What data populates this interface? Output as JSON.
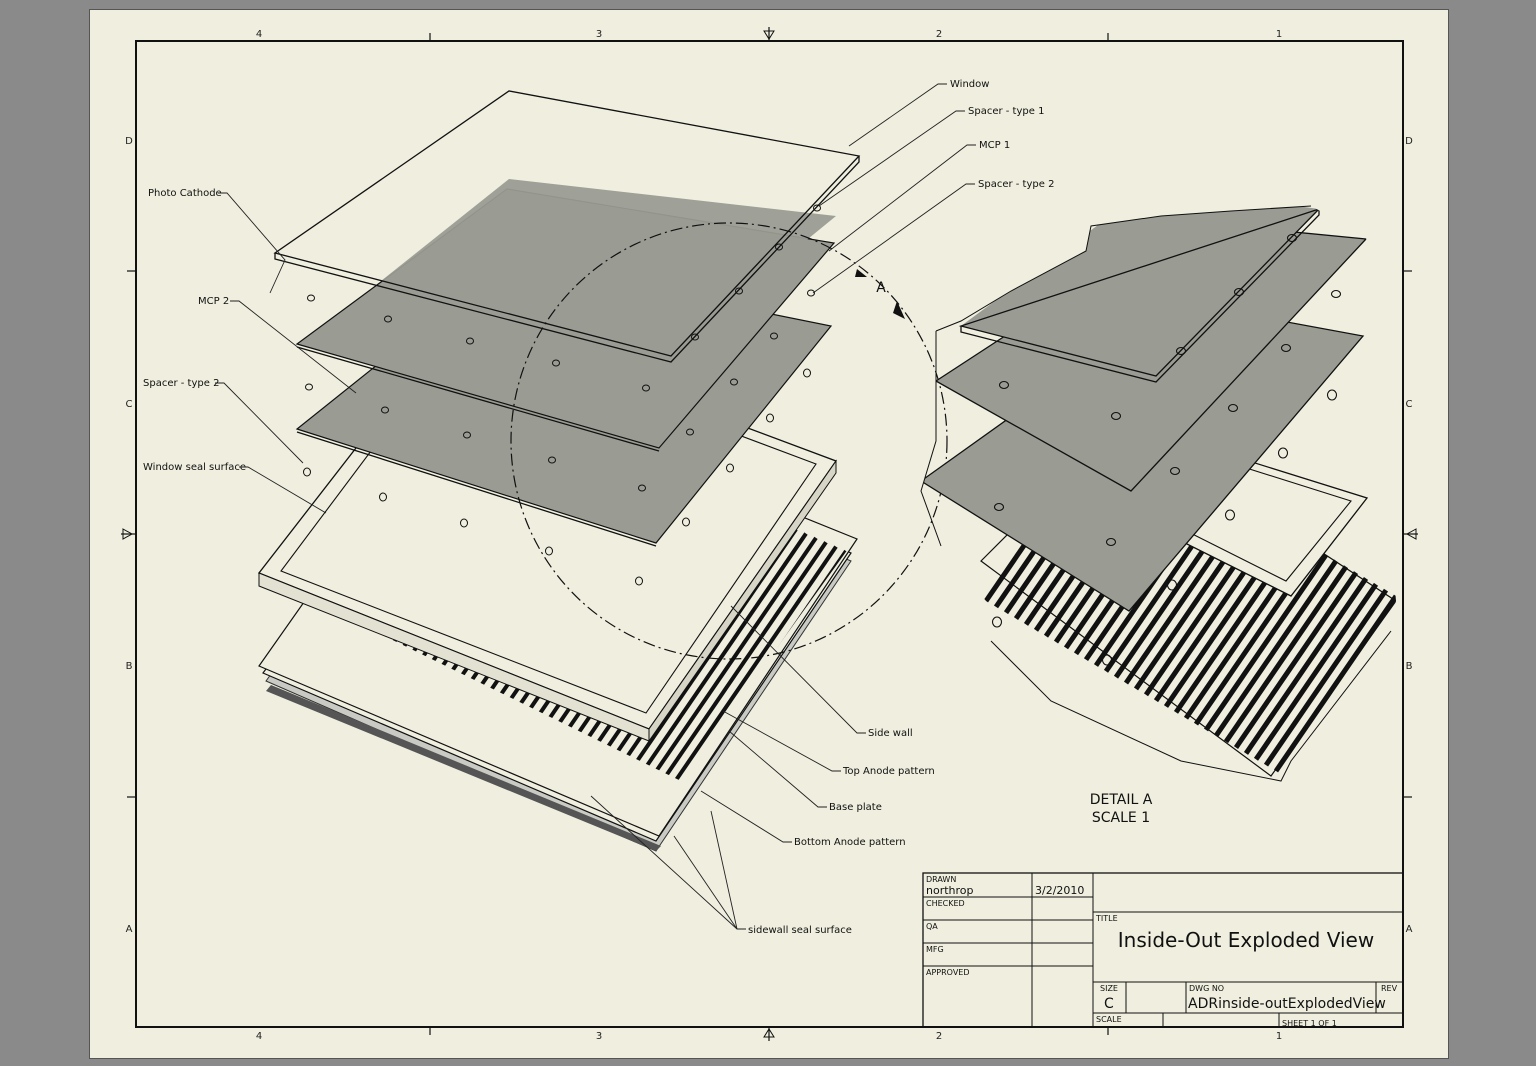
{
  "zones": {
    "top": [
      "4",
      "3",
      "2",
      "1"
    ],
    "bottom": [
      "4",
      "3",
      "2",
      "1"
    ],
    "left": [
      "D",
      "C",
      "B",
      "A"
    ],
    "right": [
      "D",
      "C",
      "B",
      "A"
    ]
  },
  "labels": {
    "window": "Window",
    "spacer_type1": "Spacer - type 1",
    "mcp1": "MCP 1",
    "spacer_type2_right": "Spacer - type 2",
    "photo_cathode": "Photo Cathode",
    "mcp2": "MCP 2",
    "spacer_type2_left": "Spacer - type 2",
    "window_seal_surface": "Window seal surface",
    "side_wall": "Side wall",
    "top_anode_pattern": "Top Anode pattern",
    "base_plate": "Base plate",
    "bottom_anode_pattern": "Bottom Anode pattern",
    "sidewall_seal_surface": "sidewall seal surface",
    "detail_marker": "A"
  },
  "detail": {
    "line1": "DETAIL  A",
    "line2": "SCALE 1"
  },
  "title_block": {
    "drawn_label": "DRAWN",
    "drawn_by": "northrop",
    "drawn_date": "3/2/2010",
    "checked_label": "CHECKED",
    "qa_label": "QA",
    "mfg_label": "MFG",
    "approved_label": "APPROVED",
    "title_label": "TITLE",
    "title": "Inside-Out Exploded View",
    "size_label": "SIZE",
    "size": "C",
    "dwg_no_label": "DWG NO",
    "dwg_no": "ADRinside-outExplodedView",
    "rev_label": "REV",
    "scale_label": "SCALE",
    "sheet": "SHEET 1  OF 1"
  },
  "colors": {
    "paper": "#efeedf",
    "background": "#8a8a8a",
    "plate_fill": "#9a9c93",
    "line": "#111111"
  }
}
